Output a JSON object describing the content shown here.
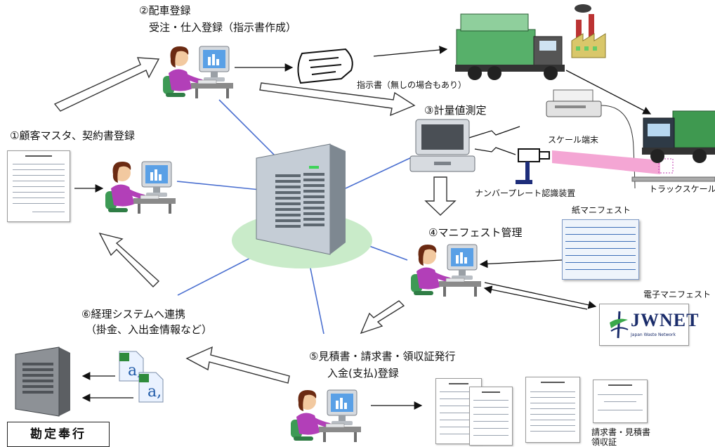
{
  "labels": {
    "step1": "①顧客マスタ、契約書登録",
    "step2_title": "②配車登録",
    "step2_sub": "受注・仕入登録（指示書作成）",
    "instruction_doc": "指示書（無しの場合もあり）",
    "step3": "③計量値測定",
    "scale_terminal": "スケール端末",
    "plate_reader": "ナンバープレート認識装置",
    "truck_scale": "トラックスケール",
    "step4": "④マニフェスト管理",
    "paper_manifest": "紙マニフェスト",
    "e_manifest": "電子マニフェスト",
    "step5_title": "⑤見積書・請求書・領収証発行",
    "step5_sub": "入金(支払)登録",
    "step6_title": "⑥経理システムへ連携",
    "step6_sub": "（掛金、入出金情報など）",
    "invoice_docs": "請求書・見積書",
    "receipt": "領収証",
    "accounting_software": "勘定奉行",
    "jwnet_logo": "JWNET",
    "jwnet_tagline": "Japan Waste Network",
    "excel_letter": "a,"
  },
  "colors": {
    "connection_line": "#4a6fd0",
    "hub_disc": "#c9ebc9",
    "server_body": "#c5cdd6",
    "truck_green": "#57b06a",
    "pink_beam": "#f4a6d4",
    "jwnet_navy": "#1b2d6b",
    "jwnet_green": "#3aa84a"
  }
}
